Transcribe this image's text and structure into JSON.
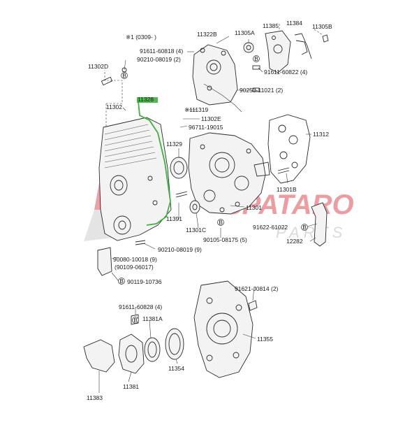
{
  "labels": [
    {
      "id": "l-note1",
      "text": "※1 (0309-        )"
    },
    {
      "id": "l-11322b",
      "text": "11322B"
    },
    {
      "id": "l-11305a",
      "text": "11305A"
    },
    {
      "id": "l-11385",
      "text": "11385"
    },
    {
      "id": "l-11384",
      "text": "11384"
    },
    {
      "id": "l-11305b",
      "text": "11305B"
    },
    {
      "id": "l-91611-60818",
      "text": "91611-60818 (4)"
    },
    {
      "id": "l-90210-08019-2",
      "text": "90210-08019 (2)"
    },
    {
      "id": "l-11302d",
      "text": "11302D"
    },
    {
      "id": "l-91611-60822",
      "text": "91611-60822 (4)"
    },
    {
      "id": "l-11328",
      "text": "11328"
    },
    {
      "id": "l-90253",
      "text": "90253-11021 (2)"
    },
    {
      "id": "l-11302",
      "text": "11302"
    },
    {
      "id": "l-111319",
      "text": "※111319"
    },
    {
      "id": "l-11302e",
      "text": "11302E"
    },
    {
      "id": "l-96711",
      "text": "96711-19015"
    },
    {
      "id": "l-11312",
      "text": "11312"
    },
    {
      "id": "l-11329",
      "text": "11329"
    },
    {
      "id": "l-11301b",
      "text": "11301B"
    },
    {
      "id": "l-11301",
      "text": "11301"
    },
    {
      "id": "l-11391",
      "text": "11391"
    },
    {
      "id": "l-11301c",
      "text": "11301C"
    },
    {
      "id": "l-91622",
      "text": "91622-61022"
    },
    {
      "id": "l-12282",
      "text": "12282"
    },
    {
      "id": "l-90105",
      "text": "90105-08175 (5)"
    },
    {
      "id": "l-90210-08019-9",
      "text": "90210-08019 (9)"
    },
    {
      "id": "l-90080",
      "text": "90080-10018 (9)"
    },
    {
      "id": "l-90109",
      "text": "(90109-06017)"
    },
    {
      "id": "l-90119",
      "text": "90119-10736"
    },
    {
      "id": "l-91621",
      "text": "91621-J0814 (2)"
    },
    {
      "id": "l-91611-60828",
      "text": "91611-60828 (4)"
    },
    {
      "id": "l-11381a",
      "text": "11381A"
    },
    {
      "id": "l-11355",
      "text": "11355"
    },
    {
      "id": "l-11354",
      "text": "11354"
    },
    {
      "id": "l-11383",
      "text": "11383"
    },
    {
      "id": "l-11381",
      "text": "11381"
    }
  ],
  "watermark": {
    "line1": "SPATARO",
    "line2": "PARTS"
  },
  "colors": {
    "ink": "#2a2a2a",
    "highlight": "#3cb43c",
    "watermark": "#e25a63",
    "watermark_grey": "#b9b9b9"
  }
}
